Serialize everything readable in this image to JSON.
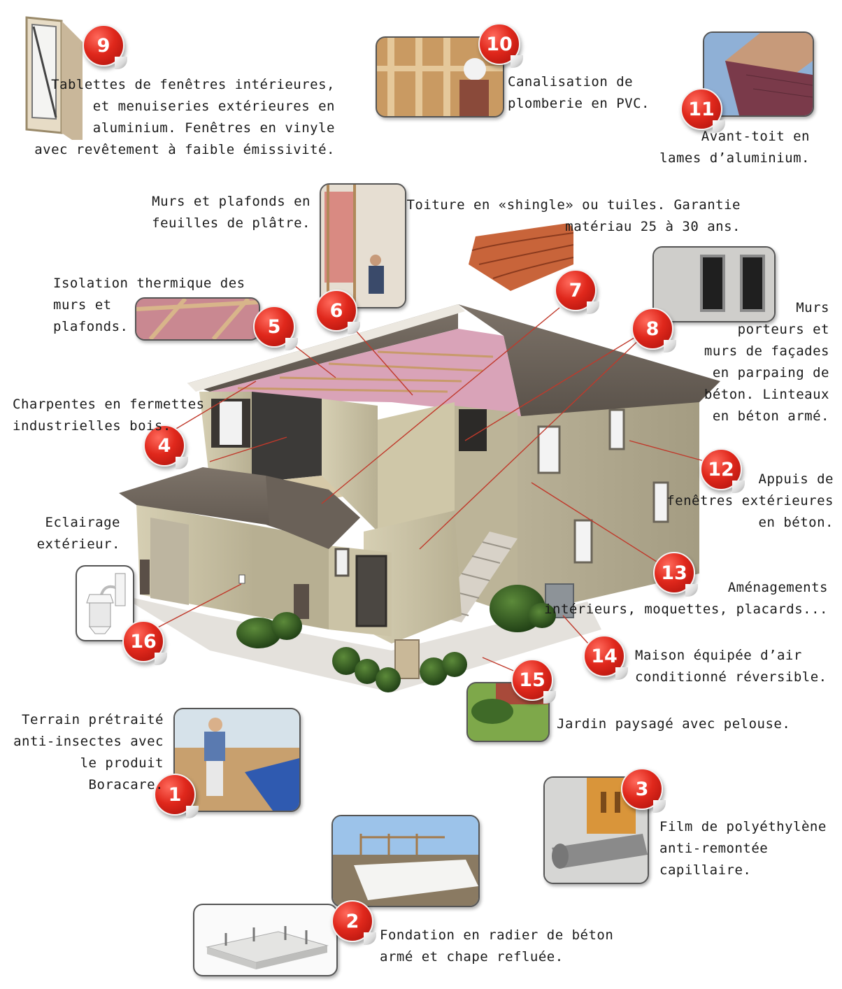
{
  "callouts": [
    {
      "num": "1",
      "icon": "boracare-spray-photo",
      "text": "Terrain prétraité\nanti-insectes avec\nle produit Boracare."
    },
    {
      "num": "2",
      "icon": "concrete-slab-photo",
      "text": "Fondation en radier de béton\narmé et chape refluée."
    },
    {
      "num": "3",
      "icon": "polyethylene-film-photo",
      "text": "Film de polyéthylène\nanti-remontée\ncapillaire."
    },
    {
      "num": "4",
      "icon": "roof-truss-icon",
      "text": "Charpentes en fermettes\nindustrielles bois."
    },
    {
      "num": "5",
      "icon": "insulation-photo",
      "text": "Isolation thermique des\nmurs et\nplafonds."
    },
    {
      "num": "6",
      "icon": "drywall-photo",
      "text": "Murs et plafonds en\nfeuilles de plâtre."
    },
    {
      "num": "7",
      "icon": "roof-tile-photo",
      "text": "Toiture en «shingle» ou tuiles. Garantie\nmatériau 25 à 30 ans."
    },
    {
      "num": "8",
      "icon": "concrete-block-wall-photo",
      "text": "Murs\nporteurs et\nmurs de façades\nen parpaing de\nbéton. Linteaux\nen béton armé."
    },
    {
      "num": "9",
      "icon": "window-frame-photo",
      "text": "Tablettes de fenêtres intérieures,\net menuiseries extérieures en\naluminium. Fenêtres en vinyle\navec revêtement à faible émissivité."
    },
    {
      "num": "10",
      "icon": "plumbing-photo",
      "text": "Canalisation de\nplomberie en PVC."
    },
    {
      "num": "11",
      "icon": "eave-photo",
      "text": "Avant-toit en\nlames d’aluminium."
    },
    {
      "num": "12",
      "icon": "window-sill-icon",
      "text": "Appuis de\nfenêtres extérieures\nen béton."
    },
    {
      "num": "13",
      "icon": "interior-icon",
      "text": "Aménagements\nintérieurs, moquettes, placards..."
    },
    {
      "num": "14",
      "icon": "air-conditioner-icon",
      "text": "Maison équipée d’air\nconditionné réversible."
    },
    {
      "num": "15",
      "icon": "garden-photo",
      "text": "Jardin paysagé avec pelouse."
    },
    {
      "num": "16",
      "icon": "wall-lamp-photo",
      "text": "Eclairage\nextérieur."
    }
  ],
  "colors": {
    "badge": "#d9261c",
    "roof": "#6f655c",
    "wall": "#c9c1a3",
    "insulation": "#d9a3b8",
    "shrub": "#2f5a22",
    "line": "#c0392b"
  }
}
